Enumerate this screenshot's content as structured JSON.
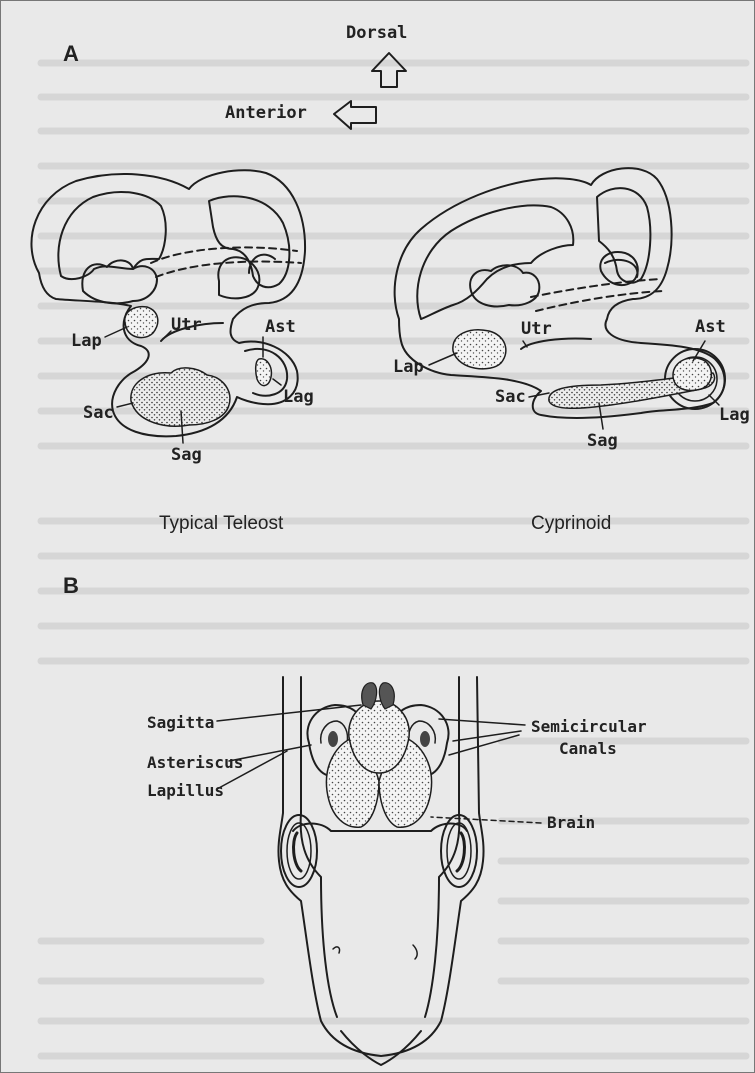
{
  "panel_a": {
    "label": "A",
    "orientation": {
      "dorsal": "Dorsal",
      "anterior": "Anterior"
    },
    "left_ear": {
      "caption": "Typical Teleost",
      "labels": {
        "lap": "Lap",
        "utr": "Utr",
        "ast": "Ast",
        "lag": "Lag",
        "sac": "Sac",
        "sag": "Sag"
      }
    },
    "right_ear": {
      "caption": "Cyprinoid",
      "labels": {
        "lap": "Lap",
        "utr": "Utr",
        "ast": "Ast",
        "lag": "Lag",
        "sac": "Sac",
        "sag": "Sag"
      }
    }
  },
  "panel_b": {
    "label": "B",
    "labels": {
      "sagitta": "Sagitta",
      "asteriscus": "Asteriscus",
      "lapillus": "Lapillus",
      "semicircular_1": "Semicircular",
      "semicircular_2": "Canals",
      "brain": "Brain"
    }
  }
}
